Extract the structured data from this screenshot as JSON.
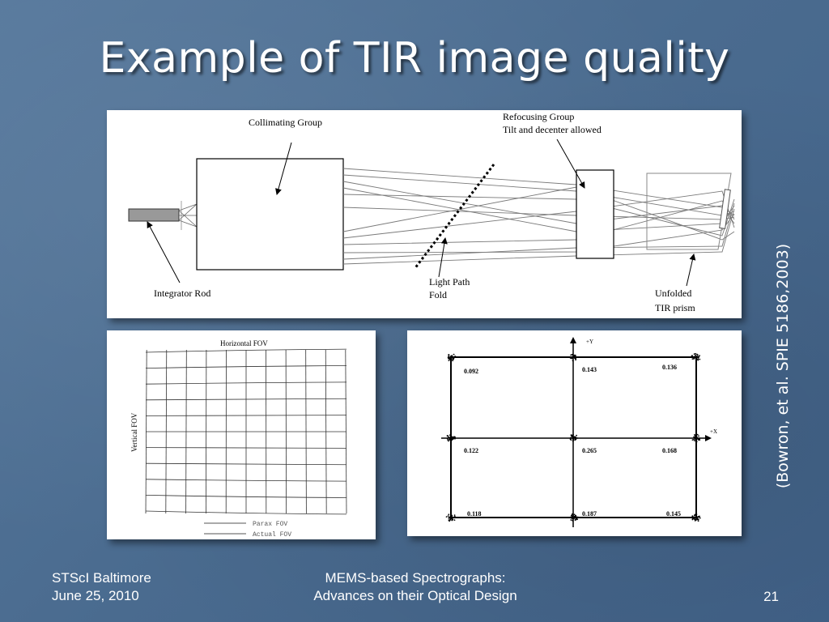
{
  "slide": {
    "title": "Example of TIR image quality",
    "citation": "(Bowron, et al. SPIE 5186,2003)"
  },
  "optical_layout": {
    "labels": {
      "collimating_group": "Collimating Group",
      "refocusing_group_line1": "Refocusing Group",
      "refocusing_group_line2": "Tilt and decenter allowed",
      "integrator_rod": "Integrator Rod",
      "light_path_fold_line1": "Light Path",
      "light_path_fold_line2": "Fold",
      "unfolded_tir_line1": "Unfolded",
      "unfolded_tir_line2": "TIR prism"
    }
  },
  "distortion_grid": {
    "title": "Horizontal FOV",
    "ylabel": "Vertical FOV",
    "legend": [
      "Parax FOV",
      "Actual FOV"
    ]
  },
  "spot_diagram": {
    "axis_y": "+Y",
    "axis_x": "+X",
    "values": [
      "0.092",
      "0.143",
      "0.136",
      "0.122",
      "0.265",
      "0.168",
      "0.118",
      "0.187",
      "0.145"
    ]
  },
  "footer": {
    "left_line1": "STScI Baltimore",
    "left_line2": "June 25, 2010",
    "mid_line1": "MEMS-based Spectrographs:",
    "mid_line2": "Advances on their Optical Design",
    "page_number": "21"
  }
}
